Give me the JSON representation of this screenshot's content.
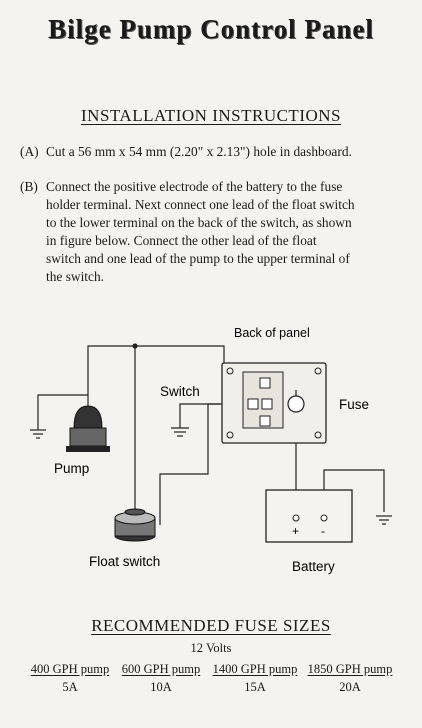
{
  "title": "Bilge Pump Control Panel",
  "installation": {
    "heading": "INSTALLATION INSTRUCTIONS",
    "step_a_label": "(A)",
    "step_a": "Cut a 56 mm x 54 mm (2.20\" x 2.13\") hole in dashboard.",
    "step_b_label": "(B)",
    "step_b_lines": [
      "Connect the positive electrode of the battery to the fuse",
      "holder terminal.  Next connect one lead of the float switch",
      "to the lower terminal on the back of the switch, as shown",
      "in figure below.  Connect the other lead of the float",
      "switch and one lead of the pump to the upper terminal of",
      "the switch."
    ]
  },
  "diagram": {
    "back_of_panel": "Back of panel",
    "switch": "Switch",
    "fuse": "Fuse",
    "pump": "Pump",
    "float_switch": "Float switch",
    "battery": "Battery",
    "plus": "+",
    "minus": "-"
  },
  "fuse_sizes": {
    "heading": "RECOMMENDED FUSE SIZES",
    "voltage": "12 Volts",
    "items": [
      {
        "pump": "400 GPH pump",
        "fuse": "5A"
      },
      {
        "pump": "600 GPH pump",
        "fuse": "10A"
      },
      {
        "pump": "1400 GPH pump",
        "fuse": "15A"
      },
      {
        "pump": "1850 GPH pump",
        "fuse": "20A"
      }
    ]
  }
}
